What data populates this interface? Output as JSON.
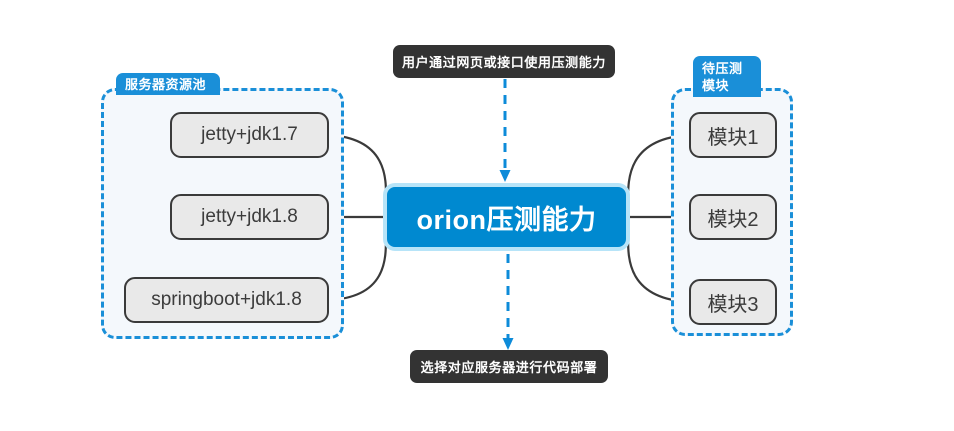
{
  "diagram": {
    "center": {
      "label": "orion压测能力",
      "fill": "#0089d0",
      "halo": "#b7e4f8"
    },
    "callouts": {
      "top": "用户通过网页或接口使用压测能力",
      "bottom": "选择对应服务器进行代码部署",
      "fill": "#333333"
    },
    "groups": {
      "left": {
        "tab_label": "服务器资源池",
        "border_color": "#1a8fd8",
        "fill": "#f4f8fc",
        "nodes": [
          {
            "label": "jetty+jdk1.7"
          },
          {
            "label": "jetty+jdk1.8"
          },
          {
            "label": "springboot+jdk1.8"
          }
        ]
      },
      "right": {
        "tab_label": "待压测模块",
        "border_color": "#1a8fd8",
        "fill": "#f4f8fc",
        "nodes": [
          {
            "label": "模块1"
          },
          {
            "label": "模块2"
          },
          {
            "label": "模块3"
          }
        ]
      }
    },
    "connectors": {
      "solid_color": "#3a3a3a",
      "dashed_color": "#0d8bd9"
    }
  }
}
